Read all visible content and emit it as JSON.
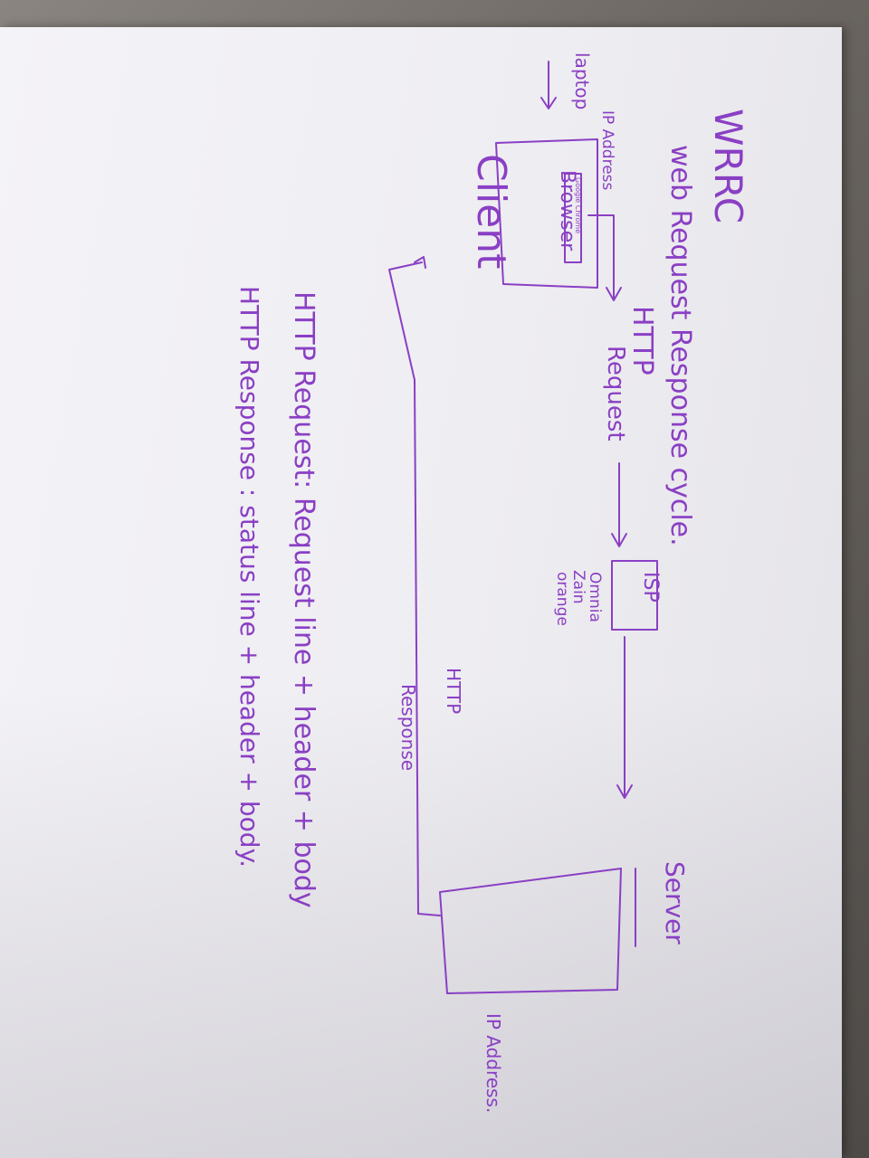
{
  "ink_color": "#8a3fc4",
  "title": {
    "abbr": "WRRC",
    "full": "web Request Response cycle."
  },
  "client": {
    "device_label": "laptop",
    "ip_label": "IP Address",
    "browser_bar_label": "Google Chrome",
    "browser_label": "Browser",
    "node_label": "Client"
  },
  "request_label": {
    "line1": "HTTP",
    "line2": "Request"
  },
  "isp": {
    "label": "ISP",
    "providers": [
      "Omnia",
      "Zain",
      "orange"
    ]
  },
  "server": {
    "label": "Server",
    "ip_label": "IP Address."
  },
  "response_label": {
    "line1": "HTTP",
    "line2": "Response"
  },
  "definitions": {
    "request": "HTTP Request: Request line + header + body",
    "response": "HTTP Response : status line + header + body."
  }
}
